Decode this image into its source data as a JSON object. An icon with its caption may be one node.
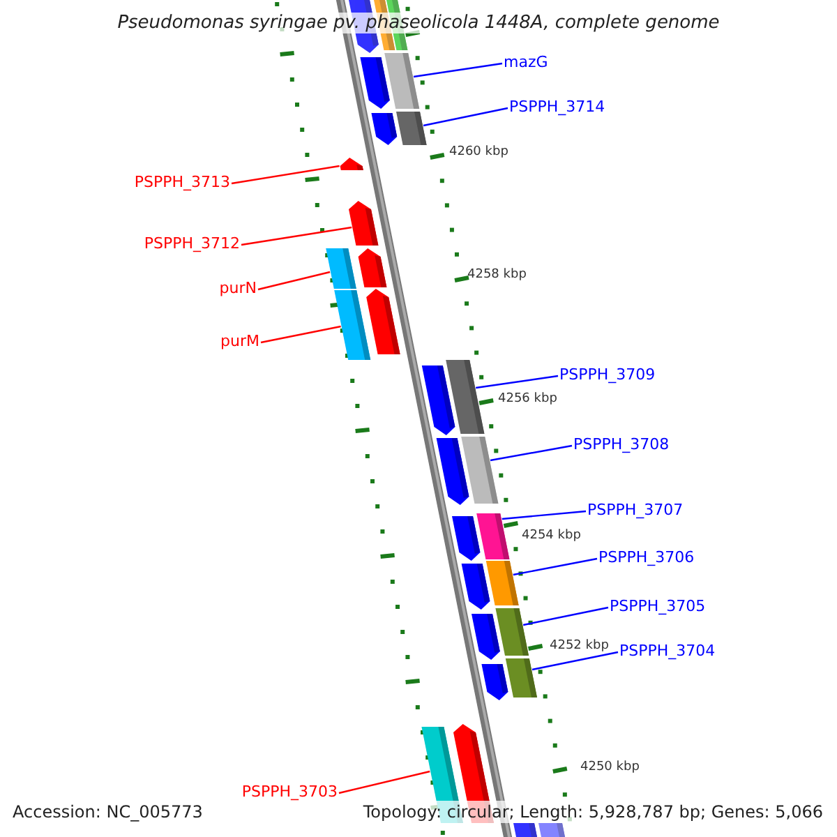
{
  "diagram": {
    "title": "Pseudomonas syringae pv. phaseolicola 1448A, complete genome",
    "nodes": [
      {
        "text": [
          "mazG"
        ]
      },
      {
        "text": [
          "PSPPH_3714"
        ]
      },
      {
        "text": [
          "PSPPH_3713"
        ]
      },
      {
        "text": [
          "PSPPH_3712"
        ]
      },
      {
        "text": [
          "purN"
        ]
      },
      {
        "text": [
          "purM"
        ]
      },
      {
        "text": [
          "PSPPH_3709"
        ]
      },
      {
        "text": [
          "PSPPH_3708"
        ]
      },
      {
        "text": [
          "PSPPH_3707"
        ]
      },
      {
        "text": [
          "PSPPH_3706"
        ]
      },
      {
        "text": [
          "PSPPH_3705"
        ]
      },
      {
        "text": [
          "PSPPH_3704"
        ]
      },
      {
        "text": [
          "PSPPH_3703"
        ]
      },
      {
        "text": [],
        "shape": "bar"
      },
      {
        "text": [],
        "shape": "bar"
      },
      {
        "text": [],
        "shape": "bar"
      },
      {
        "text": [],
        "shape": "bar"
      },
      {
        "text": [],
        "shape": "bar"
      },
      {
        "text": [],
        "shape": "bar"
      },
      {
        "text": [],
        "shape": "bar"
      },
      {
        "text": [],
        "shape": "bar"
      },
      {
        "text": [],
        "shape": "bar"
      },
      {
        "text": [],
        "shape": "bar"
      },
      {
        "text": [],
        "shape": "bar"
      },
      {
        "text": [],
        "shape": "bar"
      },
      {
        "text": [],
        "shape": "bar"
      },
      {
        "text": [],
        "shape": "bar"
      },
      {
        "text": [],
        "shape": "bar"
      },
      {
        "text": [],
        "shape": "bar"
      },
      {
        "text": [],
        "shape": "bar"
      },
      {
        "text": [],
        "shape": "bar"
      },
      {
        "text": [],
        "shape": "bar"
      },
      {
        "text": [],
        "shape": "bar"
      },
      {
        "text": [],
        "shape": "bar"
      },
      {
        "text": [],
        "shape": "bar"
      },
      {
        "text": [],
        "shape": "bar"
      },
      {
        "text": [],
        "shape": "bar"
      },
      {
        "text": [],
        "shape": "bar"
      },
      {
        "text": [],
        "shape": "bar"
      },
      {
        "text": [],
        "shape": "bar"
      },
      {
        "text": [],
        "shape": "bar"
      },
      {
        "text": [],
        "shape": "bar"
      }
    ],
    "edges": [
      {
        "from": 0,
        "to": 17,
        "arrow": "none"
      },
      {
        "from": 1,
        "to": 19,
        "arrow": "none"
      },
      {
        "from": 2,
        "to": 20,
        "arrow": "none",
        "color": "#ff0000"
      },
      {
        "from": 3,
        "to": 21,
        "arrow": "none",
        "color": "#ff0000"
      },
      {
        "from": 4,
        "to": 22,
        "arrow": "none",
        "color": "#ff0000"
      },
      {
        "from": 5,
        "to": 24,
        "arrow": "none",
        "color": "#ff0000"
      },
      {
        "from": 6,
        "to": 27,
        "arrow": "none"
      },
      {
        "from": 7,
        "to": 29,
        "arrow": "none"
      },
      {
        "from": 8,
        "to": 31,
        "arrow": "none"
      },
      {
        "from": 9,
        "to": 33,
        "arrow": "none"
      },
      {
        "from": 10,
        "to": 35,
        "arrow": "none"
      },
      {
        "from": 11,
        "to": 37,
        "arrow": "none"
      },
      {
        "from": 12,
        "to": 38,
        "arrow": "none",
        "color": "#ff0000"
      }
    ],
    "labels": [
      "4260 kbp",
      "4258 kbp",
      "4256 kbp",
      "4254 kbp",
      "4252 kbp",
      "4250 kbp",
      "Accession: NC_005773",
      "Topology: circular; Length: 5,928,787 bp; Genes: 5,066"
    ]
  }
}
